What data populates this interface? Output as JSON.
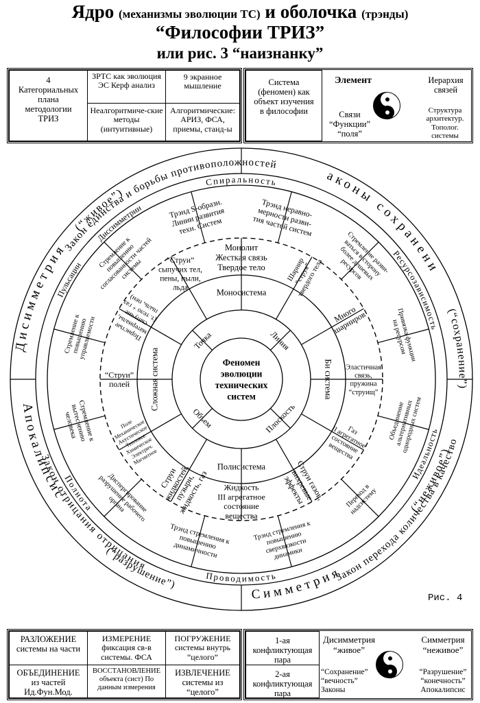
{
  "title": {
    "line1_a": "Ядро",
    "line1_b": "(механизмы эволюции ТС)",
    "line1_c": "и оболочка",
    "line1_d": "(трэнды)",
    "line2": "“Философии ТРИЗ”",
    "line3": "или рис. 3 “наизнанку”"
  },
  "top_table": {
    "left": {
      "categorial": "4 Категориальных плана методологии ТРИЗ",
      "zrts": "ЗРТС как эволюция ЭС Керф анализ",
      "screen9": "9 экранное мышление",
      "nonalg": "Неалгоритмиче-ские методы (интуитивные)",
      "alg": "Алгоритмические: АРИЗ, ФСА, приемы, станд-ы"
    },
    "right": {
      "system": "Система (феномен) как объект изучения в философии",
      "element": "Элемент",
      "hierarchy": "Иерархия связей",
      "links": "Связи “Функции” “поля”",
      "structure": "Структура архитектур. Тополог. системы"
    }
  },
  "diagram": {
    "center": [
      "Феномен",
      "эволюции",
      "технических",
      "систем"
    ],
    "r1": {
      "point": "Точка",
      "line": "Линия",
      "plane": "Плоскость",
      "volume": "Объем"
    },
    "r2": {
      "mono": "Моносистема",
      "bi": "Би система",
      "poly": "Полисистема",
      "complex": "Сложная система"
    },
    "r3": {
      "monolit": [
        "Монолит",
        "Жесткая связь",
        "Твердое тело"
      ],
      "hinge": [
        "Шарнир",
        "“струя”",
        "твердого тела"
      ],
      "many": [
        "Много",
        "шарниров"
      ],
      "elastic": [
        "Эластичная",
        "связь,",
        "пружина",
        "“струищ”"
      ],
      "gas": [
        "Газ",
        "II агрегатное",
        "состояние",
        "вещества"
      ],
      "gasjets": [
        "Струи газов,",
        "вихревые",
        "эффекты"
      ],
      "liquid": [
        "Жидкость",
        "III агрегатное",
        "состояние",
        "вещества"
      ],
      "liqjets": [
        "Струи",
        "жидкостей,",
        "пузыри,",
        "жидкость, газ"
      ],
      "poles": [
        "Поле",
        "Механическое",
        "Акустическое",
        "Тепловое",
        "Химическое",
        "Электрич.",
        "Магнитное"
      ],
      "polejets": [
        "“Струи”",
        "полей"
      ],
      "porous": [
        "Пористые",
        "материалы,",
        "сыпучие",
        "(т. тело + газ",
        "пыль, пен)"
      ],
      "bulk": [
        "“Струи”",
        "сыпучих тел,",
        "пены, пыли,",
        "льда"
      ]
    },
    "r4": {
      "s": [
        "Трэнд S-образн.",
        "Линии развития",
        "техн. Систем"
      ],
      "uneven": [
        "Трэнд неравно-",
        "мерности разви-",
        "тия частей систем"
      ],
      "shift": [
        "Стремление разви-",
        "ваться в сторону",
        "более дешевых",
        "ресурсов"
      ],
      "func": [
        "Привязка функции",
        "на ресурсом"
      ],
      "merge": [
        "Объединение",
        "альтернативных",
        "однородных систем"
      ],
      "super": [
        "Переход в",
        "надсистему"
      ],
      "dyn2": [
        "Трэнд стремления к",
        "повышению",
        "сверхвязкости",
        "динамики"
      ],
      "dyn1": [
        "Трэнд стремления к",
        "повышению",
        "динамичности"
      ],
      "disperse": [
        "Диспергирование",
        "разрушение рабочего",
        "органа"
      ],
      "exclude": [
        "Стремление к",
        "вытеснению",
        "человека"
      ],
      "control": [
        "Стремление к",
        "повышению",
        "управляемости"
      ],
      "coord": [
        "Стремление к",
        "повышению",
        "согласованности частей",
        "системы"
      ]
    },
    "inner_labels": {
      "spiral": "Спиральность",
      "conduct": "Проводимость",
      "pulse": "Пульсации",
      "polyn": "Полнота",
      "resource": "Ресурсозависимость",
      "ideal": "Идеальность",
      "dissym": "Диссимметрии"
    },
    "outer_labels": {
      "unity": "Закон единства и борьбы противоположностей",
      "conserv": "Законы сохранения",
      "conserv_q": "(“сохранение”)",
      "quantity": "Закон перехода количества в качество",
      "lifeless": "(“неживое”)",
      "symmetry": "Симметрия",
      "negation": "Закон отрицания отрицания",
      "destruct": "(“разрушение”)",
      "apoc": "Апокалипсис",
      "dissym": "Дисимметрия",
      "alive": "(“живое”)"
    },
    "fig_label": "Рис. 4"
  },
  "bottom_table": {
    "left": {
      "decomp": "РАЗЛОЖЕНИЕ системы на части",
      "measure": "ИЗМЕРЕНИЕ фиксация св-в системы. ФСА",
      "immerse": "ПОГРУЖЕНИЕ системы внутрь “целого”",
      "combine": "ОБЪЕДИНЕНИЕ из частей Ид.Фун.Мод.",
      "restore": "ВОССТАНОВЛЕНИЕ объекта (сист) По данным измерения",
      "extract": "ИЗВЛЕЧЕНИЕ системы из “целого”"
    },
    "right": {
      "first": "1-ая конфликтующая пара",
      "dissym": "Дисимметрия “живое”",
      "sym": "Симметрия “неживое”",
      "second": "2-ая конфликтующая пара",
      "conserv": "“Сохранение” “вечность” Законы",
      "destr": "“Разрушение” “конечность” Апокалипсис"
    }
  }
}
